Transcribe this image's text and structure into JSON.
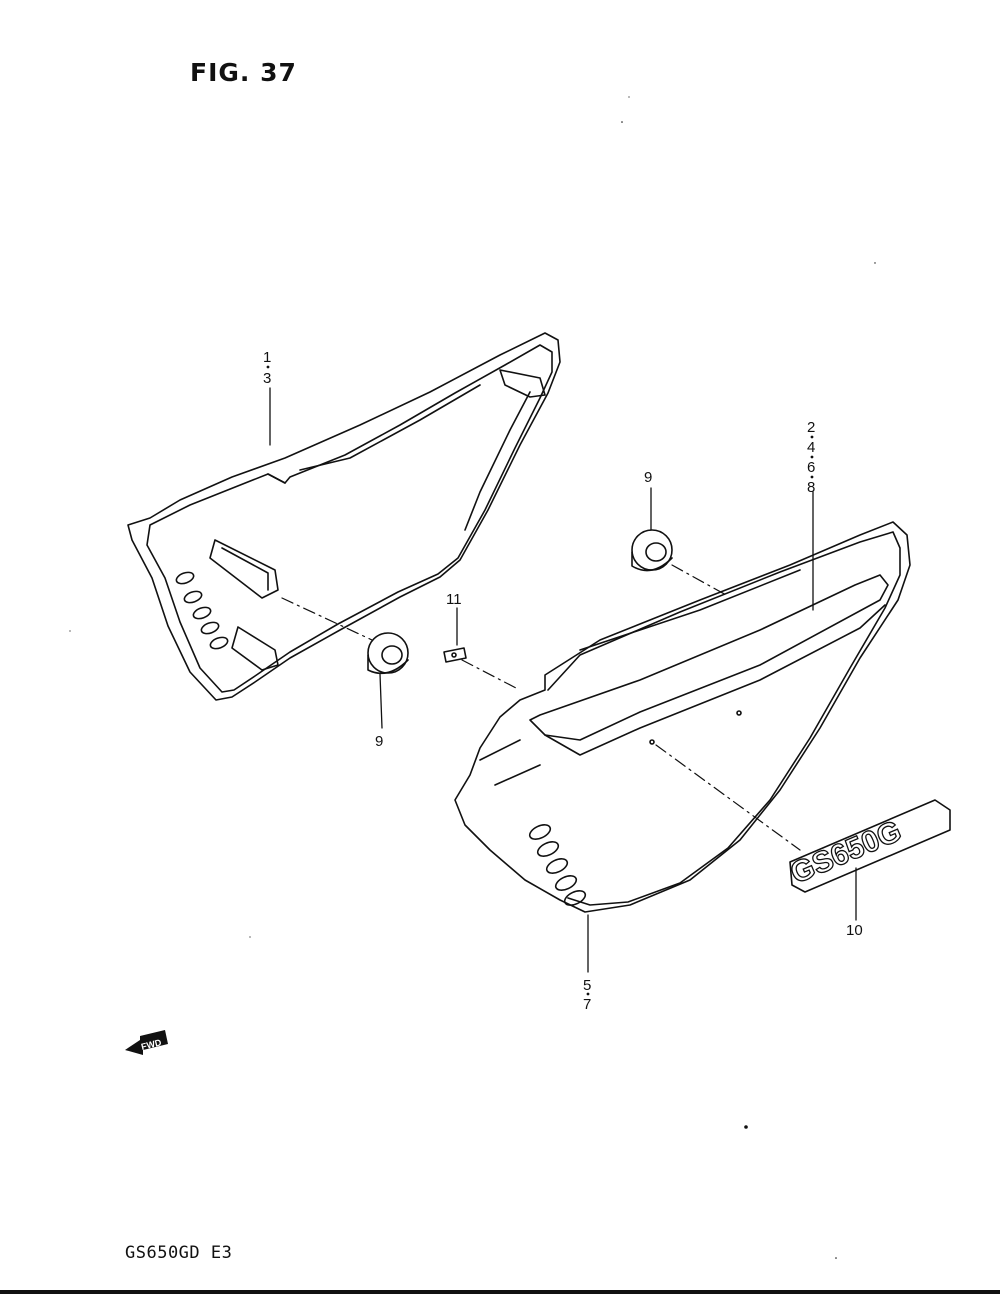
{
  "figure": {
    "title": "FIG. 37"
  },
  "footer": {
    "model_code": "GS650GD  E3"
  },
  "callouts": {
    "frame_cover_left": [
      "1",
      "3"
    ],
    "frame_cover_right": [
      "2",
      "4",
      "6",
      "8"
    ],
    "frame_cover_right_lower": [
      "5",
      "7"
    ],
    "grommet_left": "9",
    "grommet_right": "9",
    "emblem": "10",
    "clip": "11"
  },
  "emblem_text": "GS650G",
  "fwd_badge": "FWD"
}
